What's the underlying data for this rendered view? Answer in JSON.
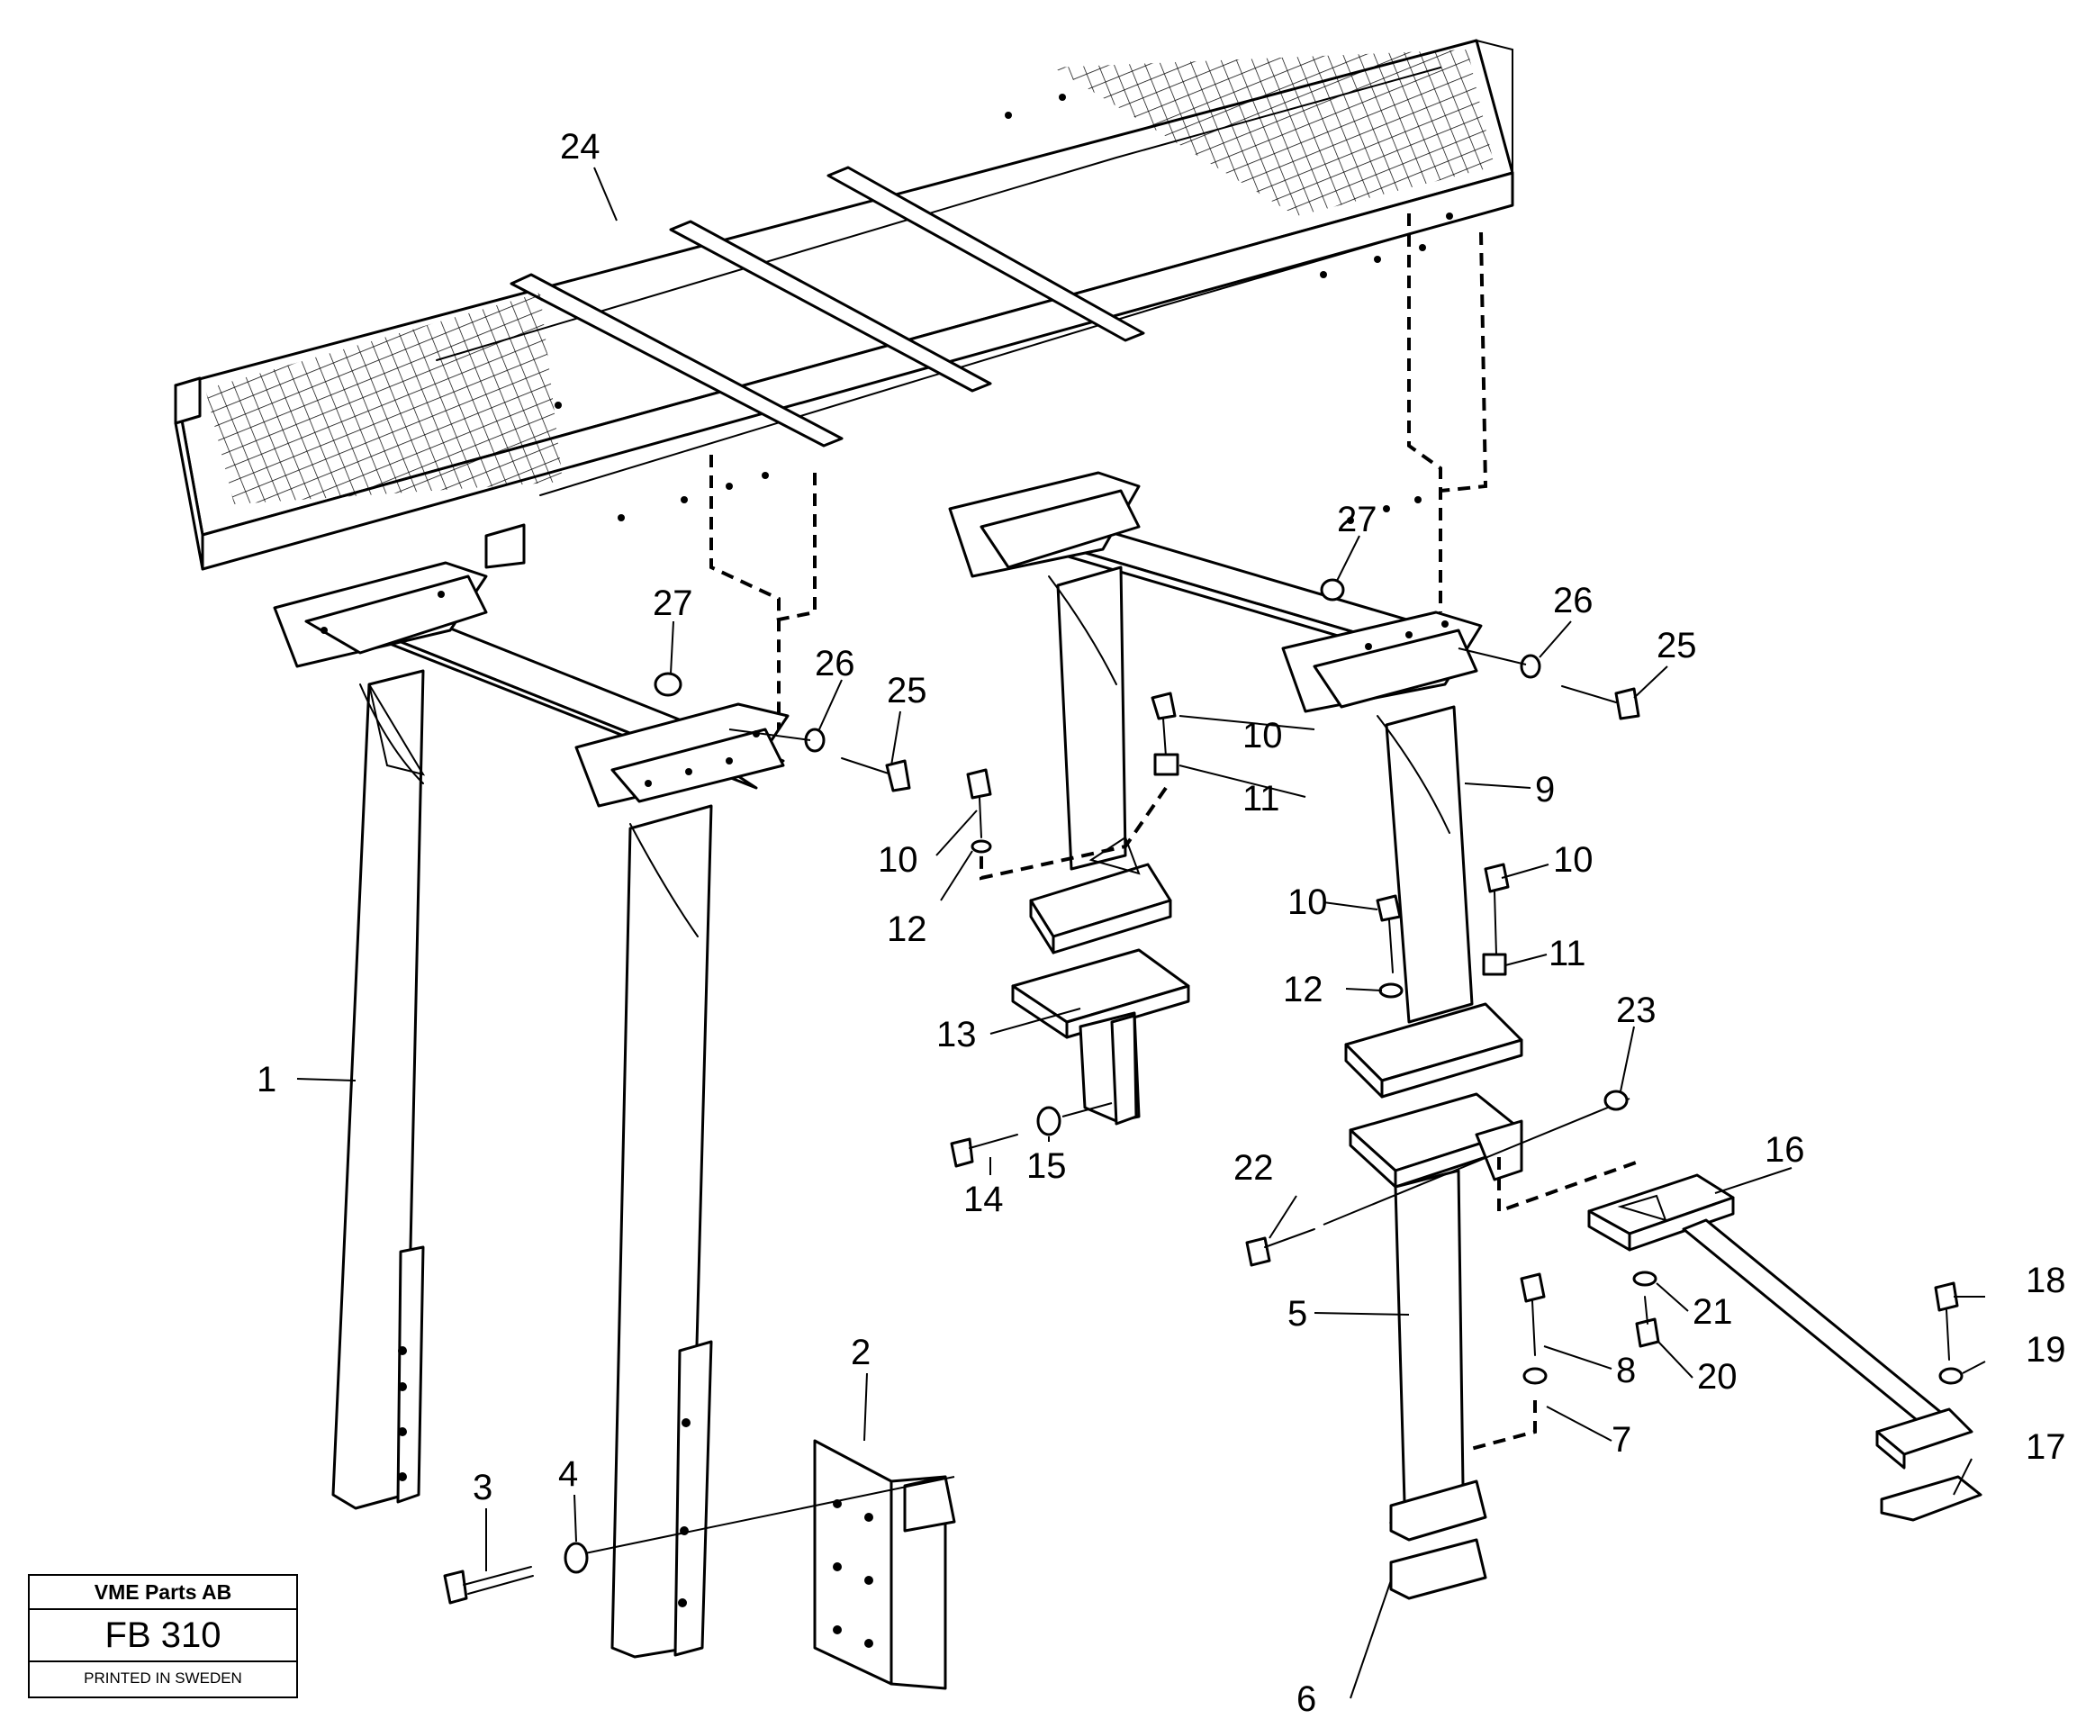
{
  "title_block": {
    "company": "VME Parts AB",
    "code": "FB 310",
    "printed": "PRINTED IN SWEDEN"
  },
  "callouts": [
    "1",
    "2",
    "3",
    "4",
    "5",
    "6",
    "7",
    "8",
    "9",
    "10",
    "11",
    "12",
    "13",
    "14",
    "15",
    "16",
    "17",
    "18",
    "19",
    "20",
    "21",
    "22",
    "23",
    "24",
    "25",
    "26",
    "27"
  ],
  "callout_labels": {
    "c1": "1",
    "c2": "2",
    "c3": "3",
    "c4": "4",
    "c5": "5",
    "c6": "6",
    "c7": "7",
    "c8": "8",
    "c9": "9",
    "c10a": "10",
    "c10b": "10",
    "c10c": "10",
    "c10d": "10",
    "c11a": "11",
    "c11b": "11",
    "c12a": "12",
    "c12b": "12",
    "c13": "13",
    "c14": "14",
    "c15": "15",
    "c16": "16",
    "c17": "17",
    "c18": "18",
    "c19": "19",
    "c20": "20",
    "c21": "21",
    "c22": "22",
    "c23": "23",
    "c24": "24",
    "c25a": "25",
    "c25b": "25",
    "c26a": "26",
    "c26b": "26",
    "c27a": "27",
    "c27b": "27"
  }
}
